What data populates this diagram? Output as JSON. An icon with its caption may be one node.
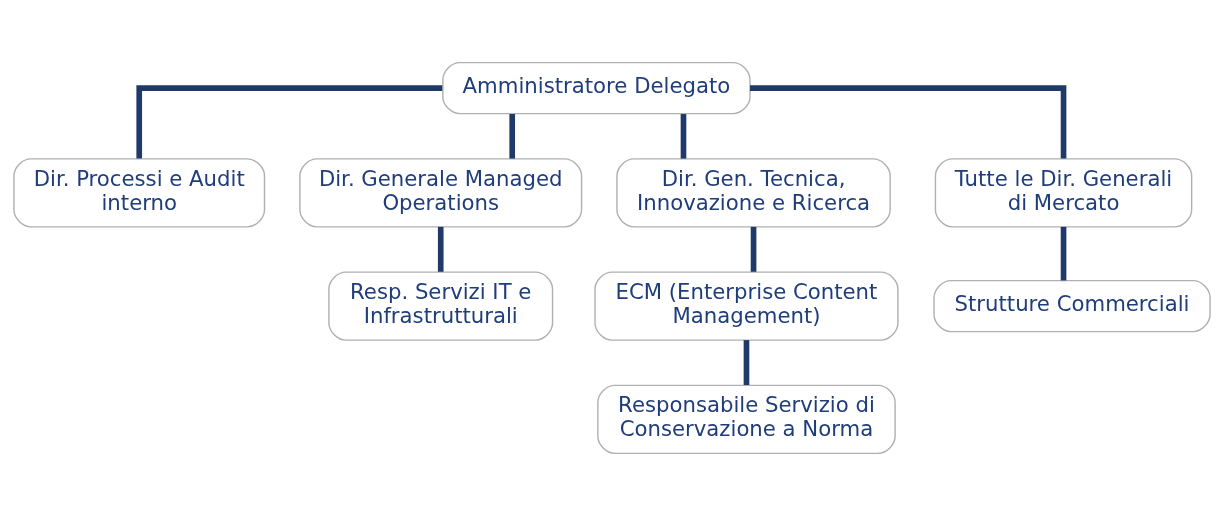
{
  "diagram": {
    "nodes": [
      {
        "text": [
          "Amministratore Delegato"
        ]
      },
      {
        "text": [
          "Dir. Processi e Audit interno"
        ]
      },
      {
        "text": [
          "Dir. Generale Managed Operations"
        ]
      },
      {
        "text": [
          "Dir. Gen. Tecnica, Innovazione e Ricerca"
        ]
      },
      {
        "text": [
          "Tutte le Dir. Generali di Mercato"
        ]
      },
      {
        "text": [
          "Resp. Servizi IT e Infrastrutturali"
        ]
      },
      {
        "text": [
          "ECM (Enterprise Content Management)"
        ]
      },
      {
        "text": [
          "Strutture Commerciali"
        ]
      },
      {
        "text": [
          "Responsabile Servizio di Conservazione a Norma"
        ]
      }
    ],
    "edges": [
      {
        "from": 0,
        "to": 1,
        "arrow": "none"
      },
      {
        "from": 0,
        "to": 2,
        "arrow": "none"
      },
      {
        "from": 0,
        "to": 3,
        "arrow": "none"
      },
      {
        "from": 0,
        "to": 4,
        "arrow": "none"
      },
      {
        "from": 2,
        "to": 5,
        "arrow": "none"
      },
      {
        "from": 3,
        "to": 6,
        "arrow": "none"
      },
      {
        "from": 4,
        "to": 7,
        "arrow": "none"
      },
      {
        "from": 6,
        "to": 8,
        "arrow": "none"
      }
    ]
  }
}
